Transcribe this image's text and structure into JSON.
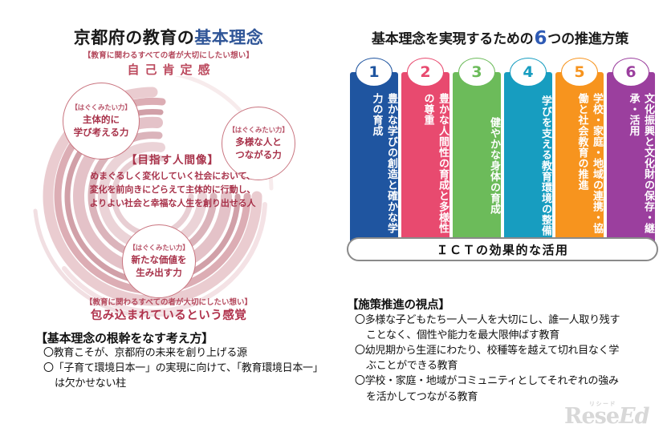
{
  "left": {
    "title_plain": "京都府の教育の",
    "title_accent": "基本理念",
    "kakko_top": "【教育に関わるすべての者が大切にしたい想い】",
    "jiko_koteikan": "自己肯定感",
    "bubbles": [
      {
        "tag": "【はぐくみたい力】",
        "line1": "主体的に",
        "line2": "学び考える力"
      },
      {
        "tag": "【はぐくみたい力】",
        "line1": "多様な人と",
        "line2": "つながる力"
      },
      {
        "tag": "【はぐくみたい力】",
        "line1": "新たな価値を",
        "line2": "生み出す力"
      }
    ],
    "center": {
      "heading": "【目指す人間像】",
      "line1": "めまぐるしく変化していく社会において、",
      "line2": "変化を前向きにどらえて主体的に行動し、",
      "line3": "よりよい社会と幸福な人生を創り出せる人"
    },
    "kakko_bottom": "【教育に関わるすべての者が大切にしたい想い】",
    "tsutsumi": "包み込まれているという感覚",
    "notes": {
      "heading": "【基本理念の根幹をなす考え方】",
      "items": [
        "〇教育こそが、京都府の未来を創り上げる源",
        "〇「子育て環境日本一」の実現に向けて、「教育環境日本一」",
        "は欠かせない柱"
      ]
    }
  },
  "right": {
    "title_before": "基本理念を実現するための",
    "title_number": "6",
    "title_after": "つの推進方策",
    "columns": [
      {
        "num": "1",
        "color": "#1f55a0",
        "text": "豊かな学びの創造と確かな学力の育成",
        "line1": "豊かな学びの創造と",
        "line2": "確かな学力の育成"
      },
      {
        "num": "2",
        "color": "#e84a6f",
        "color_alt": "#e9456b",
        "text": "豊かな人間性の育成と多様性の尊重",
        "line1": "豊かな人間性の育成と",
        "line2": "多様性の尊重"
      },
      {
        "num": "3",
        "color": "#6cbb5a",
        "text": "健やかな身体の育成",
        "line1": "健やかな身体の育成",
        "line2": ""
      },
      {
        "num": "4",
        "color": "#179dc0",
        "text": "学びを支える教育環境の整備",
        "line1": "学びを支える",
        "line2": "教育環境の整備"
      },
      {
        "num": "5",
        "color": "#f7941e",
        "text": "学校・家庭・地域の連携・協働と社会教育の推進",
        "line1": "学校・家庭・地域の連携・",
        "line2": "協働と社会教育の推進"
      },
      {
        "num": "6",
        "color": "#9b3f9e",
        "text": "文化振興と文化財の保存・継承・活用",
        "line1": "文化振興と",
        "line2": "文化財の保存・継承・活用"
      }
    ],
    "ict_banner": "ＩＣＴの効果的な活用",
    "notes": {
      "heading": "【施策推進の視点】",
      "items": [
        "〇多様な子どもたち一人一人を大切にし、誰一人取り残す",
        "ことなく、個性や能力を最大限伸ばす教育",
        "〇幼児期から生涯にわたり、校種等を越えて切れ目なく学",
        "ぶことができる教育",
        "〇学校・家庭・地域がコミュニティとしてそれぞれの強み",
        "を活かしてつながる教育"
      ]
    }
  },
  "logo": {
    "ruby": "リシード",
    "word_a": "Rese",
    "word_b": "Ed"
  }
}
